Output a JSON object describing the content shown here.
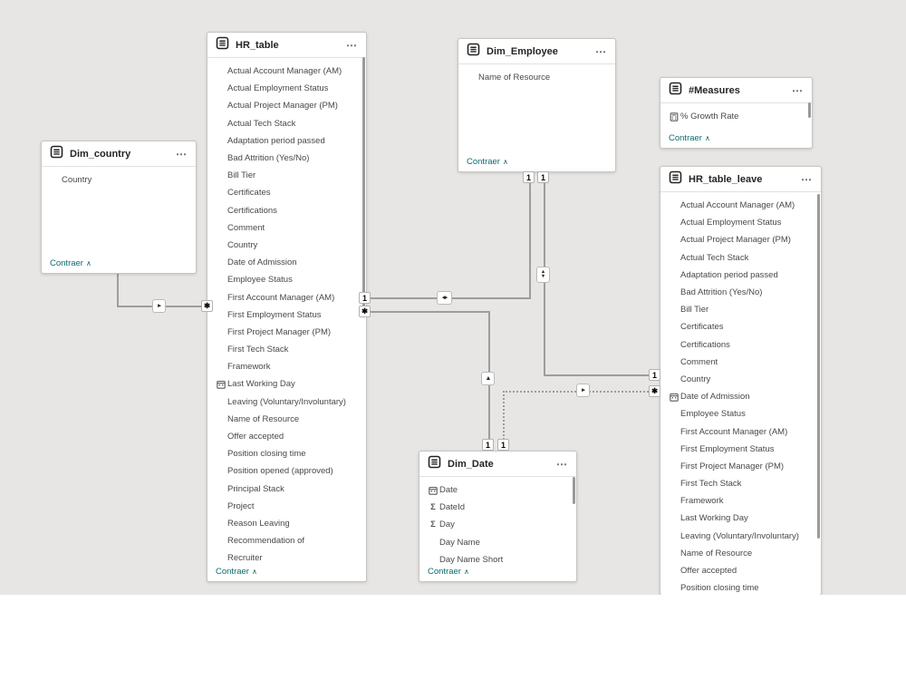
{
  "app": {
    "view": "model-diagram"
  },
  "icons": {
    "more": "⋯",
    "collapse_caret": "∧"
  },
  "tables": [
    {
      "id": "dim_country",
      "title": "Dim_country",
      "footer": "Contraer",
      "fields": [
        {
          "label": "Country",
          "icon": null
        }
      ]
    },
    {
      "id": "hr_table",
      "title": "HR_table",
      "footer": "Contraer",
      "fields": [
        {
          "label": "Actual Account Manager (AM)",
          "icon": null
        },
        {
          "label": "Actual Employment Status",
          "icon": null
        },
        {
          "label": "Actual Project Manager (PM)",
          "icon": null
        },
        {
          "label": "Actual Tech Stack",
          "icon": null
        },
        {
          "label": "Adaptation period passed",
          "icon": null
        },
        {
          "label": "Bad Attrition (Yes/No)",
          "icon": null
        },
        {
          "label": "Bill Tier",
          "icon": null
        },
        {
          "label": "Certificates",
          "icon": null
        },
        {
          "label": "Certifications",
          "icon": null
        },
        {
          "label": "Comment",
          "icon": null
        },
        {
          "label": "Country",
          "icon": null
        },
        {
          "label": "Date of Admission",
          "icon": null
        },
        {
          "label": "Employee Status",
          "icon": null
        },
        {
          "label": "First Account Manager (AM)",
          "icon": null
        },
        {
          "label": "First Employment Status",
          "icon": null
        },
        {
          "label": "First Project Manager (PM)",
          "icon": null
        },
        {
          "label": "First Tech Stack",
          "icon": null
        },
        {
          "label": "Framework",
          "icon": null
        },
        {
          "label": "Last Working Day",
          "icon": "calendar"
        },
        {
          "label": "Leaving (Voluntary/Involuntary)",
          "icon": null
        },
        {
          "label": "Name of Resource",
          "icon": null
        },
        {
          "label": "Offer accepted",
          "icon": null
        },
        {
          "label": "Position closing time",
          "icon": null
        },
        {
          "label": "Position opened (approved)",
          "icon": null
        },
        {
          "label": "Principal Stack",
          "icon": null
        },
        {
          "label": "Project",
          "icon": null
        },
        {
          "label": "Reason Leaving",
          "icon": null
        },
        {
          "label": "Recommendation of",
          "icon": null
        },
        {
          "label": "Recruiter",
          "icon": null
        }
      ]
    },
    {
      "id": "dim_employee",
      "title": "Dim_Employee",
      "footer": "Contraer",
      "fields": [
        {
          "label": "Name of Resource",
          "icon": null
        }
      ]
    },
    {
      "id": "measures",
      "title": "#Measures",
      "footer": "Contraer",
      "fields": [
        {
          "label": "% Growth Rate",
          "icon": "calculator"
        }
      ]
    },
    {
      "id": "hr_table_leave",
      "title": "HR_table_leave",
      "footer": null,
      "fields": [
        {
          "label": "Actual Account Manager (AM)",
          "icon": null
        },
        {
          "label": "Actual Employment Status",
          "icon": null
        },
        {
          "label": "Actual Project Manager (PM)",
          "icon": null
        },
        {
          "label": "Actual Tech Stack",
          "icon": null
        },
        {
          "label": "Adaptation period passed",
          "icon": null
        },
        {
          "label": "Bad Attrition (Yes/No)",
          "icon": null
        },
        {
          "label": "Bill Tier",
          "icon": null
        },
        {
          "label": "Certificates",
          "icon": null
        },
        {
          "label": "Certifications",
          "icon": null
        },
        {
          "label": "Comment",
          "icon": null
        },
        {
          "label": "Country",
          "icon": null
        },
        {
          "label": "Date of Admission",
          "icon": "calendar"
        },
        {
          "label": "Employee Status",
          "icon": null
        },
        {
          "label": "First Account Manager (AM)",
          "icon": null
        },
        {
          "label": "First Employment Status",
          "icon": null
        },
        {
          "label": "First Project Manager (PM)",
          "icon": null
        },
        {
          "label": "First Tech Stack",
          "icon": null
        },
        {
          "label": "Framework",
          "icon": null
        },
        {
          "label": "Last Working Day",
          "icon": null
        },
        {
          "label": "Leaving (Voluntary/Involuntary)",
          "icon": null
        },
        {
          "label": "Name of Resource",
          "icon": null
        },
        {
          "label": "Offer accepted",
          "icon": null
        },
        {
          "label": "Position closing time",
          "icon": null
        }
      ]
    },
    {
      "id": "dim_date",
      "title": "Dim_Date",
      "footer": "Contraer",
      "fields": [
        {
          "label": "Date",
          "icon": "calendar"
        },
        {
          "label": "DateId",
          "icon": "sigma"
        },
        {
          "label": "Day",
          "icon": "sigma"
        },
        {
          "label": "Day Name",
          "icon": null
        },
        {
          "label": "Day Name Short",
          "icon": null
        }
      ]
    }
  ],
  "relationships": [
    {
      "id": "country-hr",
      "from": "Dim_country",
      "to": "HR_table",
      "from_cardinality": "1",
      "to_cardinality": "*",
      "cross_filter": "single",
      "active": true
    },
    {
      "id": "hr-employee",
      "from": "HR_table",
      "to": "Dim_Employee",
      "from_cardinality": "1",
      "to_cardinality": "1",
      "cross_filter": "both",
      "active": true
    },
    {
      "id": "employee-leave",
      "from": "Dim_Employee",
      "to": "HR_table_leave",
      "from_cardinality": "1",
      "to_cardinality": "1",
      "cross_filter": "both",
      "active": true
    },
    {
      "id": "date-hr",
      "from": "Dim_Date",
      "to": "HR_table",
      "from_cardinality": "1",
      "to_cardinality": "*",
      "cross_filter": "single",
      "active": true
    },
    {
      "id": "date-leave",
      "from": "Dim_Date",
      "to": "HR_table_leave",
      "from_cardinality": "1",
      "to_cardinality": "*",
      "cross_filter": "single",
      "active": false
    }
  ]
}
